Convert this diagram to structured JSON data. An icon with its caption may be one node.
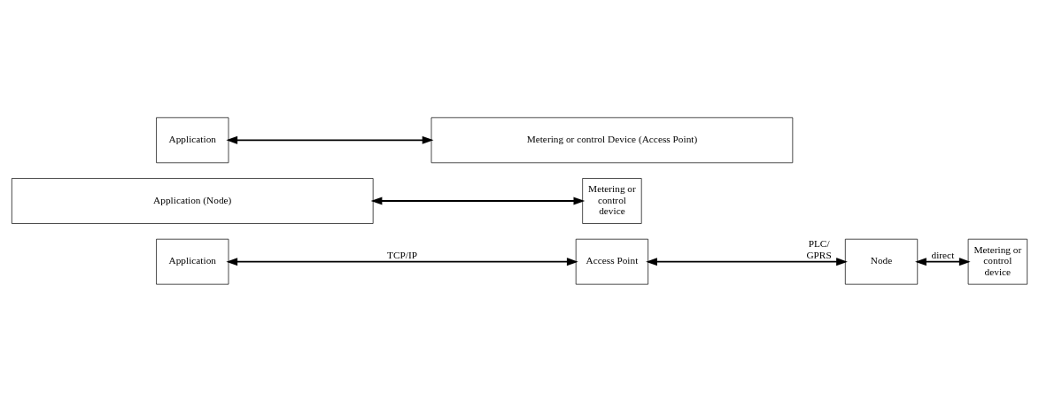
{
  "diagram": {
    "nodes": [
      {
        "text": [
          "Application"
        ]
      },
      {
        "text": [
          "Access Point"
        ]
      },
      {
        "text": [
          "Node"
        ]
      },
      {
        "text": [
          "Metering or control device"
        ]
      },
      {
        "text": [
          "Application (Node)"
        ]
      },
      {
        "text": [
          "Metering or control device"
        ]
      },
      {
        "text": [
          "Application"
        ]
      },
      {
        "text": [
          "Metering or control Device (Access Point)"
        ]
      }
    ],
    "edges": [
      {
        "from": 0,
        "to": 1,
        "arrow": "both",
        "label": "TCP/IP"
      },
      {
        "from": 1,
        "to": 2,
        "arrow": "both",
        "label": "PLC/ GPRS"
      },
      {
        "from": 2,
        "to": 3,
        "arrow": "both",
        "label": "direct"
      },
      {
        "from": 4,
        "to": 5,
        "arrow": "both"
      },
      {
        "from": 6,
        "to": 7,
        "arrow": "both"
      }
    ]
  }
}
